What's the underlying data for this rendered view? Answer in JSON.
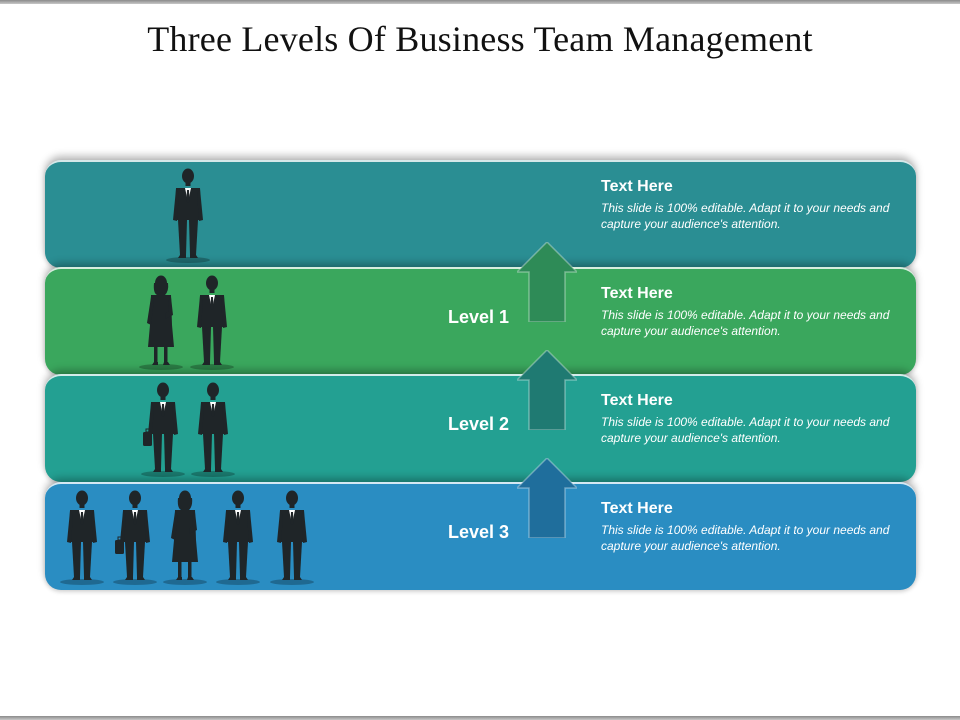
{
  "slide": {
    "title": "Three Levels Of Business Team Management"
  },
  "bands": [
    {
      "color": "#2a8e93",
      "level_label": "",
      "heading": "Text Here",
      "body": "This slide is 100% editable. Adapt it to your needs and capture your audience's attention.",
      "people": [
        "man"
      ]
    },
    {
      "color": "#3aa75d",
      "level_label": "Level 1",
      "heading": "Text Here",
      "body": "This slide is 100% editable. Adapt it to your needs and capture your audience's attention.",
      "people": [
        "woman",
        "man"
      ]
    },
    {
      "color": "#23a092",
      "level_label": "Level 2",
      "heading": "Text Here",
      "body": "This slide is 100% editable. Adapt it to your needs and capture your audience's attention.",
      "people": [
        "man-briefcase",
        "man"
      ]
    },
    {
      "color": "#2a8dc2",
      "level_label": "Level 3",
      "heading": "Text Here",
      "body": "This slide is 100% editable. Adapt it to your needs and capture your audience's attention.",
      "people": [
        "man",
        "man-briefcase",
        "woman",
        "man",
        "man"
      ]
    }
  ],
  "arrows": [
    {
      "color": "#2e8b57",
      "icon": "up-arrow-icon"
    },
    {
      "color": "#1f7a72",
      "icon": "up-arrow-icon"
    },
    {
      "color": "#1f6e9c",
      "icon": "up-arrow-icon"
    }
  ],
  "colors": {
    "silhouette": "#1f2528"
  }
}
